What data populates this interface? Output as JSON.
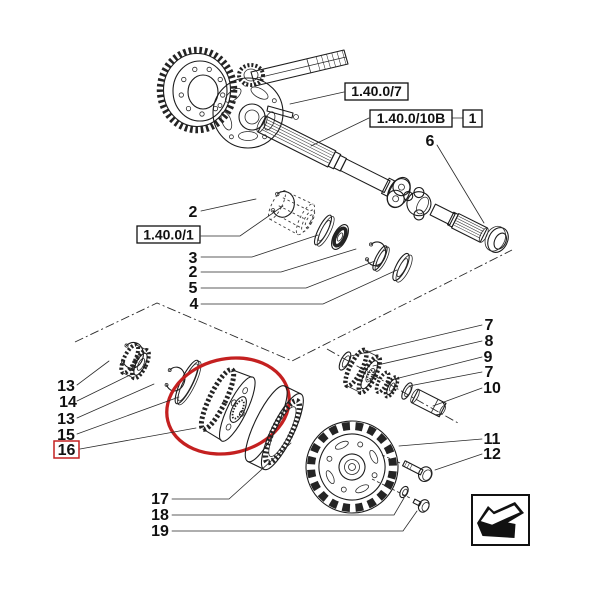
{
  "colors": {
    "line": "#1c1c1c",
    "highlight": "#c42020",
    "background": "#ffffff"
  },
  "refs": {
    "top_assembly": "1.40.0/7",
    "drive_shaft": "1.40.0/10B",
    "drive_shaft_item": "1",
    "left_group": "1.40.0/1"
  },
  "callouts": {
    "c6": "6",
    "c2a": "2",
    "c3": "3",
    "c2b": "2",
    "c5": "5",
    "c4": "4",
    "c13a": "13",
    "c14": "14",
    "c13b": "13",
    "c15": "15",
    "c16": "16",
    "c7a": "7",
    "c8": "8",
    "c9": "9",
    "c7b": "7",
    "c10": "10",
    "c11": "11",
    "c12": "12",
    "c17": "17",
    "c18": "18",
    "c19": "19"
  },
  "icons": {
    "back_arrow": "folded-left-arrow"
  }
}
